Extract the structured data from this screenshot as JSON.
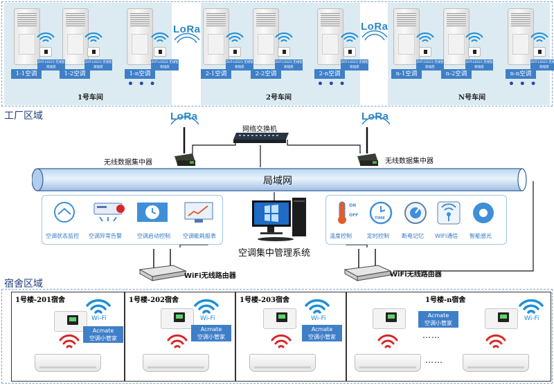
{
  "regions": {
    "factory": "工厂区域",
    "dormitory": "宿舍区域"
  },
  "workshops": [
    {
      "name": "1号车间",
      "units": [
        "1-1空调",
        "1-2空调",
        "1-n空调"
      ]
    },
    {
      "name": "2号车间",
      "units": [
        "2-1空调",
        "2-2空调",
        "2-n空调"
      ]
    },
    {
      "name": "N号车间",
      "units": [
        "n-1空调",
        "n-2空调",
        "n-n空调"
      ]
    }
  ],
  "device_model_label": "ZHT-LSS23 无线智能插座",
  "lora_label": "LoRa",
  "network": {
    "switch": "网络交换机",
    "concentrator": "无线数据集中器",
    "lan": "局域网",
    "system": "空调集中管理系统",
    "wifi_router": "WiFi无线路由器"
  },
  "features_left": [
    "空调状态监控",
    "空调异常告警",
    "空调启动控制",
    "空调能耗报表"
  ],
  "features_right": [
    "温度控制",
    "定时控制",
    "断电记忆",
    "WIFI通信",
    "智能感光"
  ],
  "feature_icon_text": {
    "on": "ON",
    "off": "OFF",
    "time": "TIME"
  },
  "dorms": [
    {
      "title": "1号楼-201宿舍"
    },
    {
      "title": "1号楼-202宿舍"
    },
    {
      "title": "1号楼-203宿舍"
    },
    {
      "title": "1号楼-n宿舍"
    }
  ],
  "wifi_label": "Wi-Fi",
  "acmate_label": {
    "line1": "Acmate",
    "line2": "空调小管家"
  },
  "ellipsis": "……",
  "ellipsis_dots": "• • •",
  "colors": {
    "accent_blue": "#1e8ed8",
    "label_blue": "#3f7fc8",
    "lora_red": "#d8262a"
  }
}
